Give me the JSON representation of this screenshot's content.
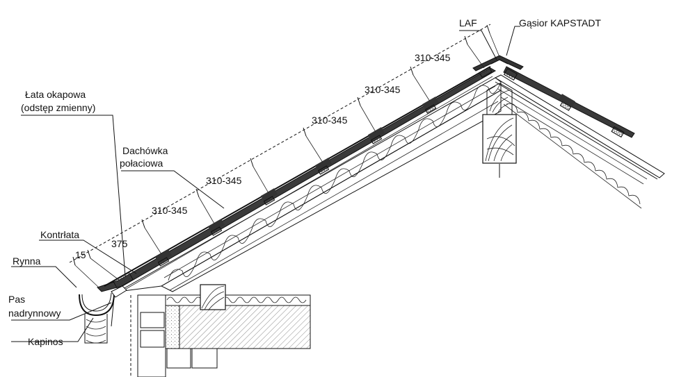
{
  "labels": {
    "lata_okapowa_line1": "Łata okapowa",
    "lata_okapowa_line2": "(odstęp zmienny)",
    "dachowka_line1": "Dachówka",
    "dachowka_line2": "połaciowa",
    "kontrlata": "Kontrłata",
    "rynna": "Rynna",
    "pas_line1": "Pas",
    "pas_line2": "nadrynnowy",
    "kapinos": "Kapinos",
    "laf": "LAF",
    "gasior": "Gąsior KAPSTADT"
  },
  "dimensions": {
    "eaves_offset": "15",
    "eaves_batten": "375",
    "batten_spacing": [
      "310-345",
      "310-345",
      "310-345",
      "310-345",
      "310-345"
    ]
  }
}
